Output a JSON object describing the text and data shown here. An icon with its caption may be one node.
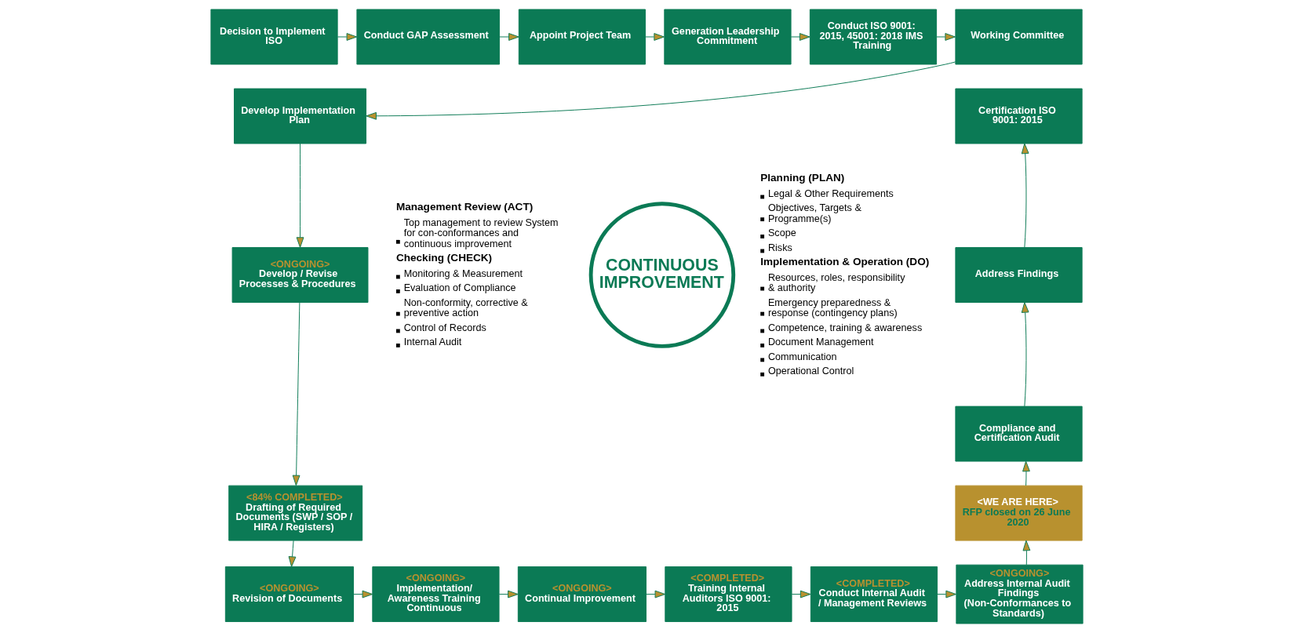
{
  "diagram": {
    "nodes": [
      {
        "text": [
          "Decision to Implement ISO"
        ]
      },
      {
        "text": [
          "Conduct GAP Assessment"
        ]
      },
      {
        "text": [
          "Appoint Project Team"
        ]
      },
      {
        "text": [
          "Generation Leadership Commitment"
        ]
      },
      {
        "text": [
          "Conduct ISO 9001: 2015, 45001: 2018 IMS Training"
        ]
      },
      {
        "text": [
          "Working Committee"
        ]
      },
      {
        "text": [
          "Develop Implementation Plan"
        ]
      },
      {
        "text": [
          "<ONGOING>",
          "Develop / Revise Processes & Procedures"
        ]
      },
      {
        "text": [
          "<84% COMPLETED>",
          "Drafting of Required Documents (SWP / SOP / HIRA / Registers)"
        ]
      },
      {
        "text": [
          "CONTINUOUS IMPROVEMENT"
        ]
      },
      {
        "text": [
          "Certification ISO 9001: 2015"
        ]
      },
      {
        "text": [
          "Address Findings"
        ]
      },
      {
        "text": [
          "Compliance and Certification Audit"
        ]
      },
      {
        "text": [
          "<WE ARE HERE>",
          "RFP closed on 26 June 2020"
        ]
      },
      {
        "text": [
          "<ONGOING>",
          "Revision of Documents"
        ]
      },
      {
        "text": [
          "<ONGOING>",
          "Implementation/ Awareness Training Continuous"
        ]
      },
      {
        "text": [
          "<ONGOING>",
          "Continual Improvement"
        ]
      },
      {
        "text": [
          "<COMPLETED>",
          "Training Internal Auditors ISO 9001: 2015"
        ]
      },
      {
        "text": [
          "<COMPLETED>",
          "Conduct Internal Audit / Management Reviews"
        ]
      },
      {
        "text": [
          "<ONGOING>",
          "Address Internal Audit Findings (Non-Conformances to Standards)"
        ]
      }
    ],
    "edges": [
      {
        "from": 0,
        "to": 1,
        "arrow": "to"
      },
      {
        "from": 1,
        "to": 2,
        "arrow": "to"
      },
      {
        "from": 2,
        "to": 3,
        "arrow": "to"
      },
      {
        "from": 3,
        "to": 4,
        "arrow": "to"
      },
      {
        "from": 4,
        "to": 5,
        "arrow": "to"
      },
      {
        "from": 5,
        "to": 6,
        "arrow": "to"
      },
      {
        "from": 6,
        "to": 7,
        "arrow": "to"
      },
      {
        "from": 7,
        "to": 8,
        "arrow": "to"
      },
      {
        "from": 8,
        "to": 14,
        "arrow": "to"
      },
      {
        "from": 14,
        "to": 15,
        "arrow": "to"
      },
      {
        "from": 15,
        "to": 16,
        "arrow": "to"
      },
      {
        "from": 16,
        "to": 17,
        "arrow": "to"
      },
      {
        "from": 17,
        "to": 18,
        "arrow": "to"
      },
      {
        "from": 18,
        "to": 19,
        "arrow": "to"
      },
      {
        "from": 19,
        "to": 13,
        "arrow": "to"
      },
      {
        "from": 13,
        "to": 12,
        "arrow": "to"
      },
      {
        "from": 12,
        "to": 11,
        "arrow": "to"
      },
      {
        "from": 11,
        "to": 10,
        "arrow": "to"
      }
    ],
    "labels": [
      "Management Review (ACT)",
      "Top management to review System for con-conformances and continuous improvement",
      "Checking (CHECK)",
      "Monitoring & Measurement",
      "Evaluation of Compliance",
      "Non-conformity, corrective & preventive action",
      "Control of Records",
      "Internal Audit",
      "Planning (PLAN)",
      "Legal & Other Requirements",
      "Objectives, Targets & Programme(s)",
      "Scope",
      "Risks",
      "Implementation & Operation (DO)",
      "Resources, roles, responsibility & authority",
      "Emergency preparedness & response (contingency plans)",
      "Competence, training & awareness",
      "Document Management",
      "Communication",
      "Operational Control"
    ]
  }
}
